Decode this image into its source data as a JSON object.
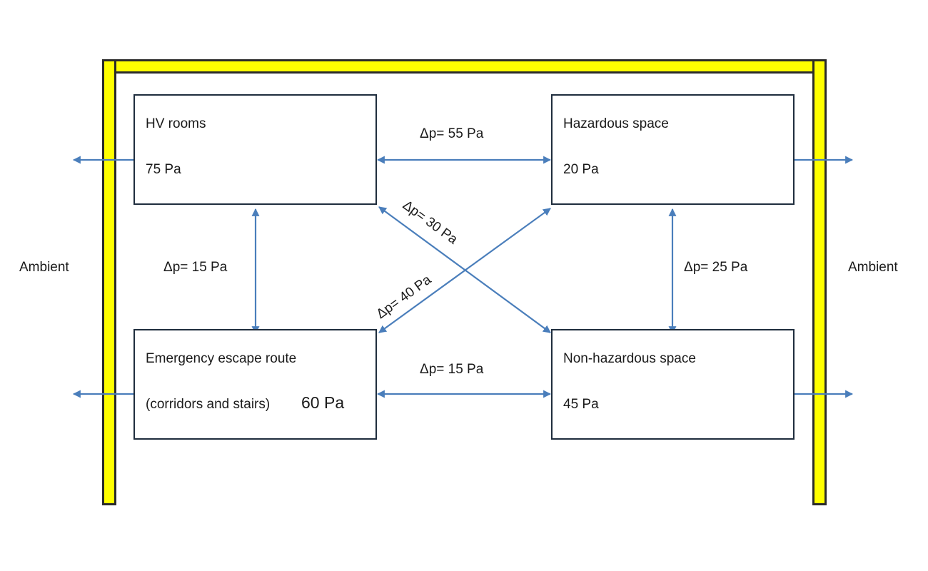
{
  "ambient_left": "Ambient",
  "ambient_right": "Ambient",
  "rooms": {
    "hv": {
      "name": "HV rooms",
      "pressure": "75 Pa"
    },
    "hazardous": {
      "name": "Hazardous space",
      "pressure": "20 Pa"
    },
    "escape": {
      "name": "Emergency escape route",
      "detail": "(corridors and stairs)",
      "pressure": "60 Pa"
    },
    "non_hazardous": {
      "name": "Non-hazardous space",
      "pressure": "45 Pa"
    }
  },
  "differentials": {
    "hv_hazardous": "Δp= 55 Pa",
    "hv_escape": "Δp= 15 Pa",
    "hazardous_non": "Δp= 25 Pa",
    "escape_non": "Δp= 15 Pa",
    "hv_non": "Δp= 30 Pa",
    "escape_hazardous": "Δp= 40 Pa"
  },
  "colors": {
    "wall": "#ffff00",
    "arrow": "#4a7ebb",
    "border": "#1f2d3d"
  }
}
